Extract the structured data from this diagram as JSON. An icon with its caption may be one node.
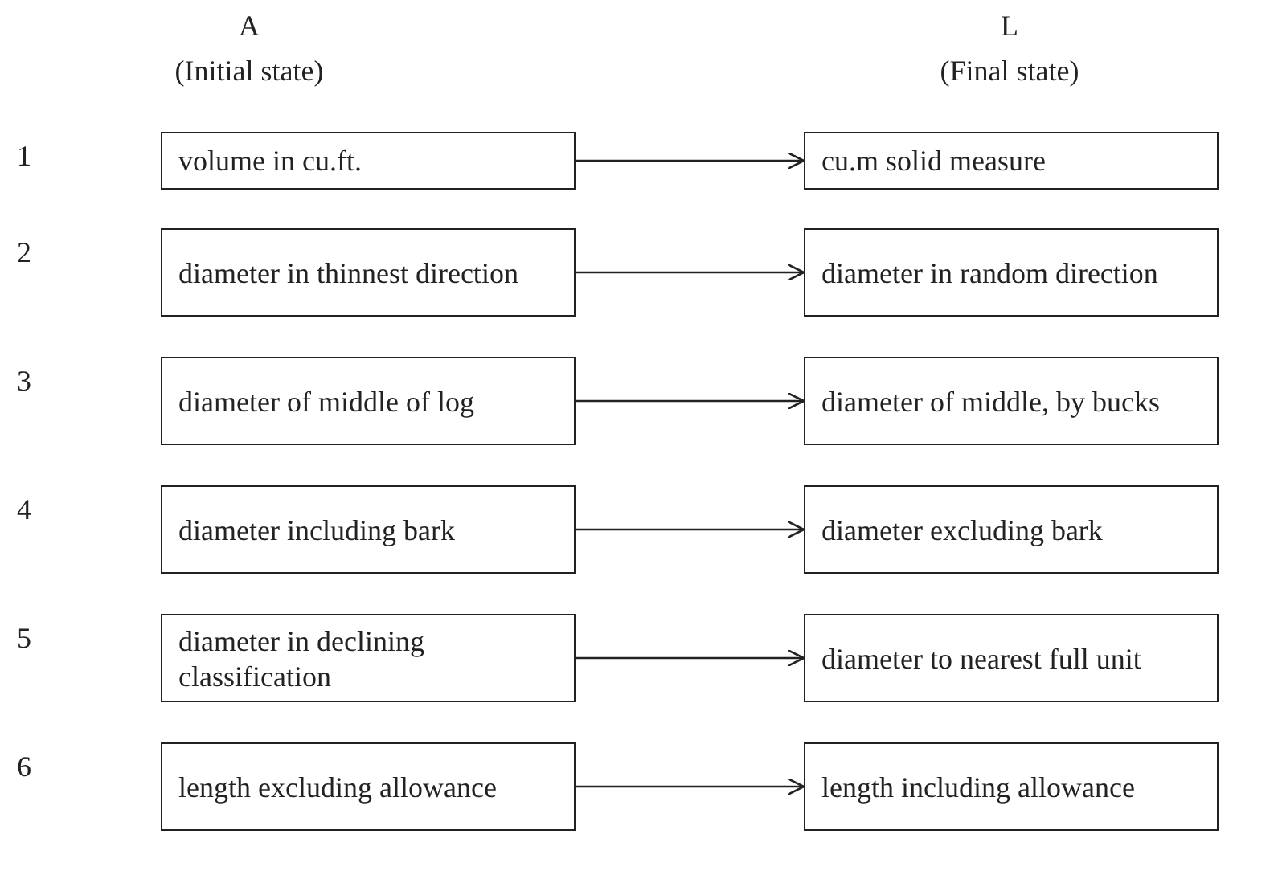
{
  "diagram": {
    "nodes": [
      {
        "text": [
          "volume in cu.ft."
        ]
      },
      {
        "text": [
          "cu.m solid measure"
        ]
      },
      {
        "text": [
          "diameter in thinnest direction"
        ]
      },
      {
        "text": [
          "diameter in random direction"
        ]
      },
      {
        "text": [
          "diameter of middle of log"
        ]
      },
      {
        "text": [
          "diameter of middle, by bucks"
        ]
      },
      {
        "text": [
          "diameter including bark"
        ]
      },
      {
        "text": [
          "diameter excluding bark"
        ]
      },
      {
        "text": [
          "diameter in declining classification"
        ]
      },
      {
        "text": [
          "diameter to nearest full unit"
        ]
      },
      {
        "text": [
          "length excluding allowance"
        ]
      },
      {
        "text": [
          "length including allowance"
        ]
      }
    ],
    "edges": [
      {
        "from": 0,
        "to": 1,
        "arrow": "to"
      },
      {
        "from": 2,
        "to": 3,
        "arrow": "to"
      },
      {
        "from": 4,
        "to": 5,
        "arrow": "to"
      },
      {
        "from": 6,
        "to": 7,
        "arrow": "to"
      },
      {
        "from": 8,
        "to": 9,
        "arrow": "to"
      },
      {
        "from": 10,
        "to": 11,
        "arrow": "to"
      }
    ],
    "labels": [
      "A",
      "L",
      "(Initial state)",
      "(Final state)",
      "1",
      "2",
      "3",
      "4",
      "5",
      "6"
    ]
  }
}
